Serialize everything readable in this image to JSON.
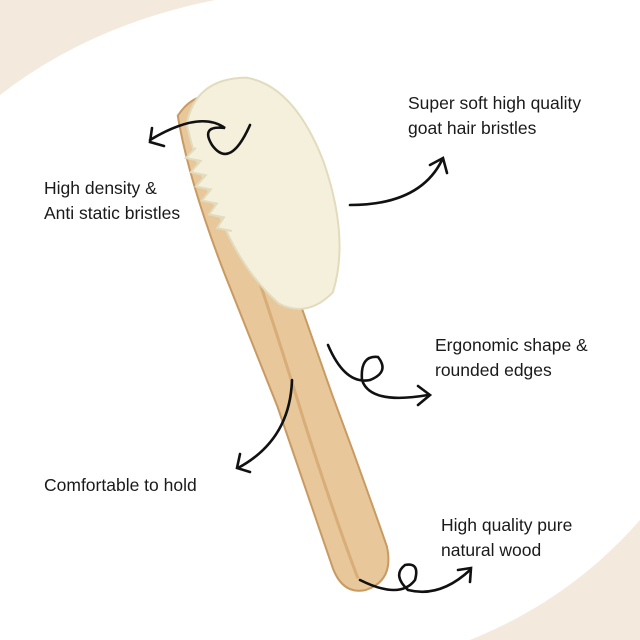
{
  "features": [
    {
      "id": "bristles",
      "lines": [
        "Super soft high quality",
        "goat hair bristles"
      ]
    },
    {
      "id": "density",
      "lines": [
        "High density &",
        "Anti static bristles"
      ]
    },
    {
      "id": "ergonomic",
      "lines": [
        "Ergonomic shape &",
        "rounded edges"
      ]
    },
    {
      "id": "comfort",
      "lines": [
        "Comfortable to hold"
      ]
    },
    {
      "id": "wood",
      "lines": [
        "High quality pure",
        "natural wood"
      ]
    }
  ],
  "colors": {
    "accent_background": "#f3e9dc",
    "wood": "#e8c79a",
    "bristles": "#f4f0dc",
    "text": "#1a1a1a"
  }
}
